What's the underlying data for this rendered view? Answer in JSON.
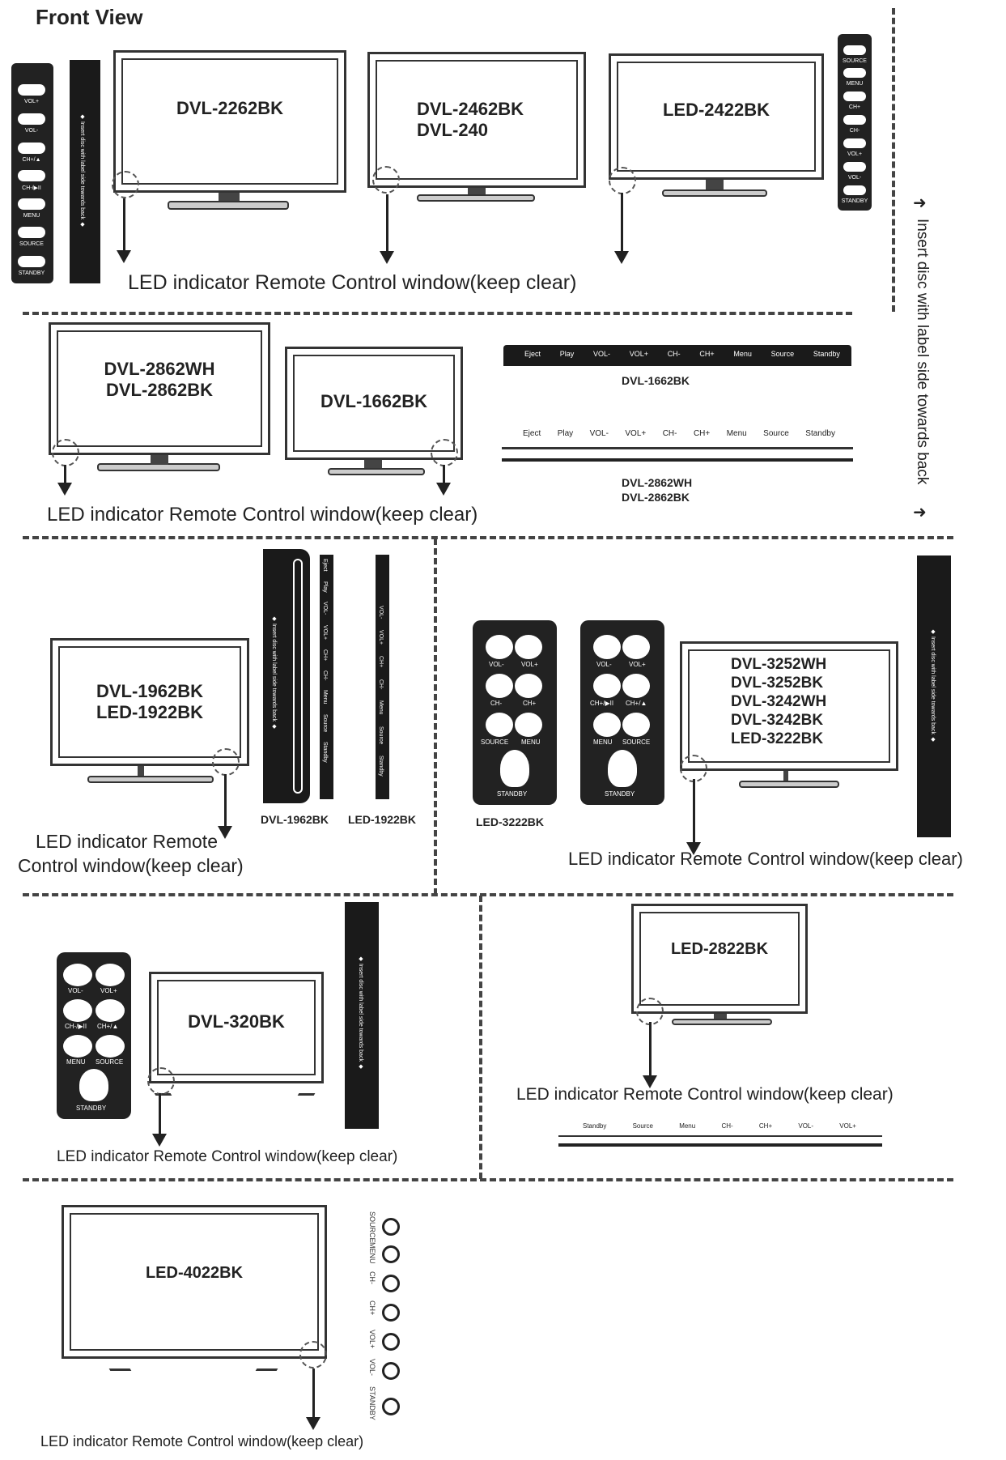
{
  "title": "Front View",
  "side_note": "Insert disc with label side towards back",
  "caption_standard": "LED indicator Remote Control window(keep clear)",
  "caption_split_1": "LED indicator Remote",
  "caption_split_2": "Control window(keep clear)",
  "models": {
    "tv1": "DVL-2262BK",
    "tv2": "DVL-2462BK\nDVL-240",
    "tv3": "LED-2422BK",
    "tv4": "DVL-2862WH\nDVL-2862BK",
    "tv5": "DVL-1662BK",
    "tv6": "DVL-1962BK\nLED-1922BK",
    "tv7": "DVL-3252WH\nDVL-3252BK\nDVL-3242WH\nDVL-3242BK\nLED-3222BK",
    "tv8": "DVL-320BK",
    "tv9": "LED-2822BK",
    "tv10": "LED-4022BK"
  },
  "panel_labels": {
    "dvl1662": "DVL-1662BK",
    "dvl2862_a": "DVL-2862WH",
    "dvl2862_b": "DVL-2862BK",
    "dvl1962": "DVL-1962BK",
    "led1922": "LED-1922BK",
    "led3222": "LED-3222BK"
  },
  "buttons": {
    "left_panel": [
      "VOL+",
      "VOL-",
      "CH+/▲",
      "CH-/▶II",
      "MENU",
      "SOURCE",
      "STANDBY"
    ],
    "right_panel": [
      "SOURCE",
      "MENU",
      "CH+",
      "CH-",
      "VOL+",
      "VOL-",
      "STANDBY"
    ],
    "top_bar": [
      "Eject",
      "Play",
      "VOL-",
      "VOL+",
      "CH-",
      "CH+",
      "Menu",
      "Source",
      "Standby"
    ],
    "bottom_bar": [
      "Eject",
      "Play",
      "VOL-",
      "VOL+",
      "CH-",
      "CH+",
      "Menu",
      "Source",
      "Standby"
    ],
    "strip_a": [
      "Eject",
      "Play",
      "VOL-",
      "VOL+",
      "CH+",
      "CH-",
      "Menu",
      "Source",
      "Standby"
    ],
    "strip_b": [
      "VOL-",
      "VOL+",
      "CH+",
      "CH-",
      "Menu",
      "Source",
      "Standby"
    ],
    "pad_a": [
      "VOL-",
      "VOL+",
      "CH-",
      "CH+",
      "SOURCE",
      "MENU",
      "STANDBY"
    ],
    "pad_b": [
      "VOL-",
      "VOL+",
      "CH+/▶II",
      "CH+/▲",
      "MENU",
      "SOURCE",
      "STANDBY"
    ],
    "pad_c": [
      "VOL-",
      "VOL+",
      "CH-/▶II",
      "CH+/▲",
      "MENU",
      "SOURCE",
      "STANDBY"
    ],
    "led2822_bar": [
      "Standby",
      "Source",
      "Menu",
      "CH-",
      "CH+",
      "VOL-",
      "VOL+"
    ],
    "led4022": [
      "SOURCE",
      "MENU",
      "CH-",
      "CH+",
      "VOL+",
      "VOL-",
      "STANDBY"
    ]
  },
  "disc_strip_text": "◆ Insert disc with label side towards back ◆"
}
